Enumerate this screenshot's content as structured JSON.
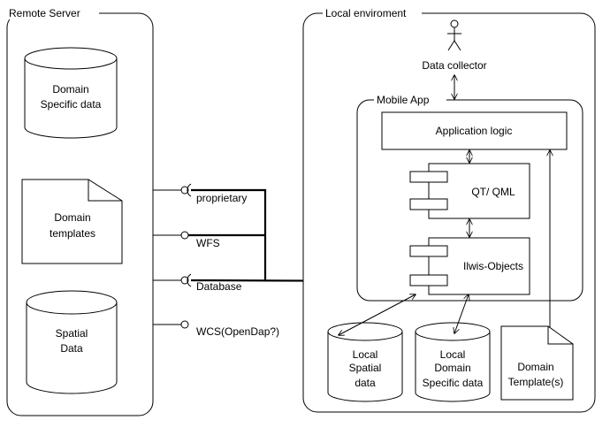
{
  "remote_server": {
    "title": "Remote Server",
    "domain_specific_data": [
      "Domain",
      "Specific data"
    ],
    "domain_templates": [
      "Domain",
      "templates"
    ],
    "spatial_data": [
      "Spatial",
      "Data"
    ]
  },
  "interfaces": {
    "proprietary": "proprietary",
    "wfs": "WFS",
    "database": "Database",
    "wcs": "WCS(OpenDap?)"
  },
  "local_environment": {
    "title": "Local enviroment",
    "actor": "Data collector",
    "mobile_app": {
      "title": "Mobile App",
      "application_logic": "Application logic",
      "qt_qml": "QT/  QML",
      "ilwis_objects": "Ilwis-Objects"
    },
    "local_spatial_data": [
      "Local",
      "Spatial",
      "data"
    ],
    "local_domain_specific_data": [
      "Local",
      "Domain",
      "Specific data"
    ],
    "domain_templates": [
      "Domain",
      "Template(s)"
    ]
  }
}
